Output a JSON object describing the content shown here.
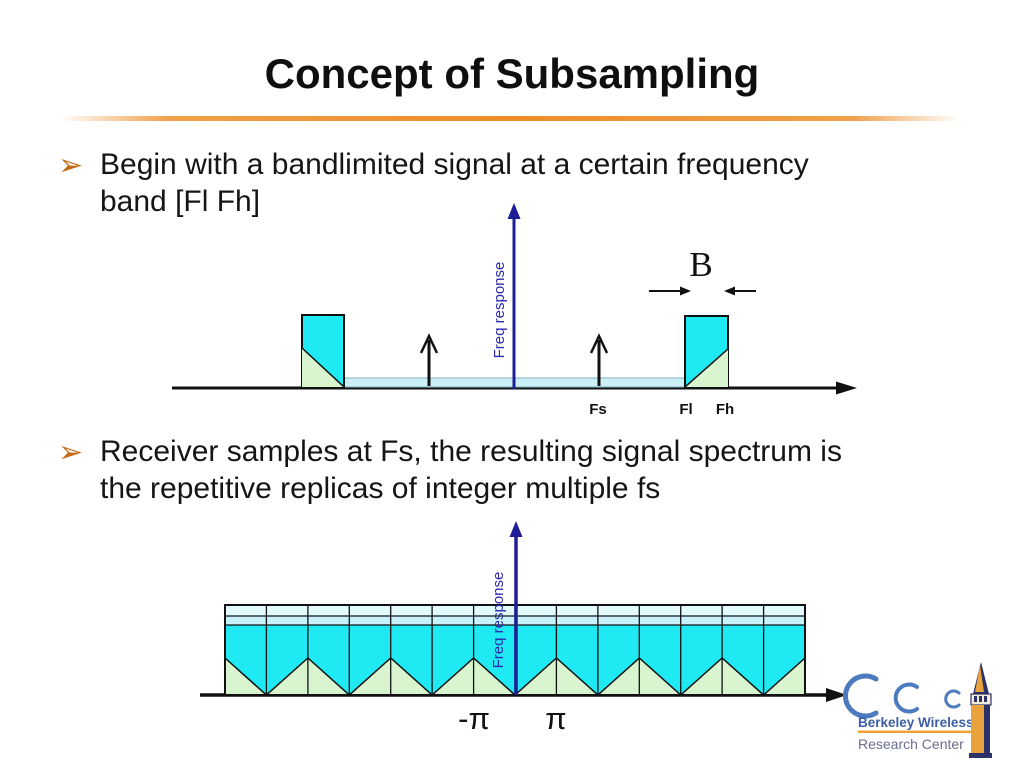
{
  "slide": {
    "title": "Concept of Subsampling",
    "bullets": [
      {
        "glyph": "➢",
        "lines": [
          "Begin with a bandlimited signal at a certain frequency",
          "band [Fl Fh]"
        ]
      },
      {
        "glyph": "➢",
        "lines": [
          "Receiver samples at Fs, the resulting signal spectrum is",
          "the repetitive replicas of integer multiple fs"
        ]
      }
    ]
  },
  "diagram1": {
    "y_axis_label": "Freq response",
    "bandwidth_label": "B",
    "ticks": {
      "fs": "Fs",
      "fl": "Fl",
      "fh": "Fh"
    }
  },
  "diagram2": {
    "y_axis_label": "Freq response",
    "ticks": {
      "neg_pi": "-π",
      "pos_pi": "π"
    }
  },
  "logo": {
    "line1": "Berkeley Wireless",
    "line2": "Research Center"
  },
  "colors": {
    "cyan_fill": "#1FE9F2",
    "pale_green_fill": "#D9F5CF",
    "pale_blue_strip": "#CDEFF8",
    "pale_strip_top": "#E2FBFF",
    "pale_strip_mid": "#C9F3FC",
    "axis_blue": "#1E1E96",
    "bullet_orange": "#C46A14",
    "divider_orange": "#EE8C28",
    "logo_blue": "#3C5FA6",
    "logo_gray": "#6A6F90",
    "logo_orange": "#F1A13A",
    "tower_navy": "#2C3167",
    "tower_gold": "#E8A33C"
  }
}
